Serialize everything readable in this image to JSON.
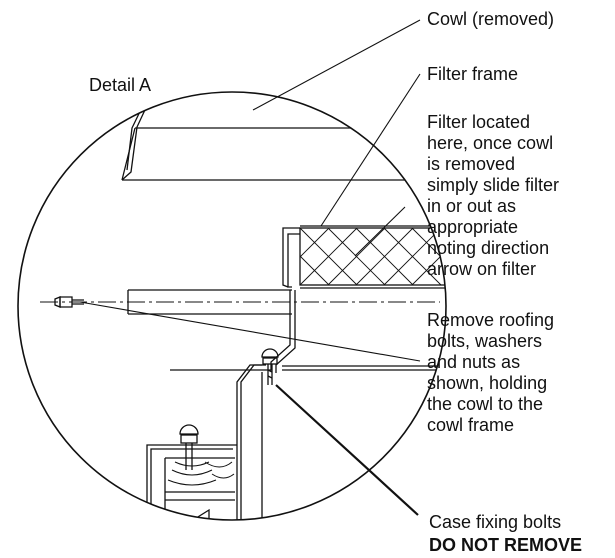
{
  "diagram": {
    "detail_title": "Detail A",
    "labels": {
      "cowl": "Cowl (removed)",
      "filter_frame": "Filter frame",
      "filter_located": [
        "Filter located",
        "here, once cowl",
        "is removed",
        "simply slide filter",
        "in or out as",
        "appropriate",
        "noting direction",
        "arrow on filter"
      ],
      "remove_roofing": [
        "Remove roofing",
        "bolts, washers",
        "and nuts as",
        "shown, holding",
        "the cowl to the",
        "cowl frame"
      ],
      "case_fixing": "Case fixing bolts",
      "do_not_remove": "DO NOT REMOVE"
    },
    "colors": {
      "ink": "#111111",
      "background": "#ffffff"
    }
  }
}
